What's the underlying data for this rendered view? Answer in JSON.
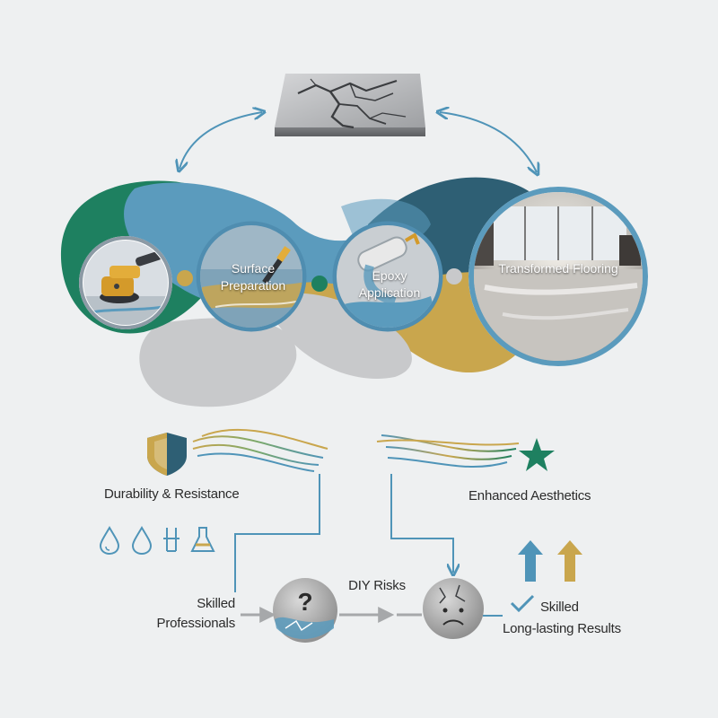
{
  "steps": {
    "surface_line1": "Surface",
    "surface_line2": "Preparation",
    "epoxy_line1": "Epoxy",
    "epoxy_line2": "Application",
    "transformed": "Transformed Flooring"
  },
  "benefits": {
    "durability": "Durability & Resistance",
    "aesthetics": "Enhanced Aesthetics"
  },
  "bottom": {
    "skilled_prof_line1": "Skilled",
    "skilled_prof_line2": "Professionals",
    "diy_risks": "DIY Risks",
    "skilled_right": "Skilled",
    "long_lasting": "Long-lasting Results"
  },
  "colors": {
    "teal_blue": "#5b9bbd",
    "dark_teal": "#2e5f74",
    "green": "#1e8060",
    "gold": "#c9a64d",
    "gray": "#c8c9cb",
    "line_blue": "#4f94b8"
  },
  "icons": [
    "cracked-concrete-slab",
    "floor-sander-icon",
    "shield-icon",
    "star-icon",
    "water-drop-icon",
    "lab-flask-icon",
    "question-mark-icon",
    "sad-cracked-face-icon",
    "checkmark-icon",
    "arrow-up-icon"
  ]
}
